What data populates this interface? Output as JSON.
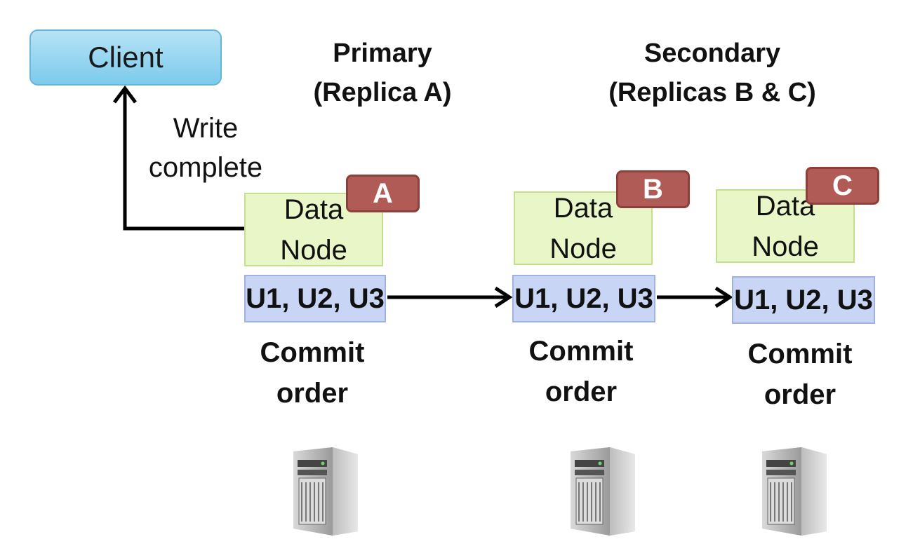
{
  "client": {
    "label": "Client"
  },
  "write_complete": {
    "line1": "Write",
    "line2": "complete"
  },
  "primary": {
    "title": "Primary",
    "subtitle": "(Replica A)"
  },
  "secondary": {
    "title": "Secondary",
    "subtitle": "(Replicas B & C)"
  },
  "nodes": [
    {
      "badge": "A",
      "line1": "Data",
      "line2": "Node",
      "log": "U1, U2, U3",
      "commit1": "Commit",
      "commit2": "order"
    },
    {
      "badge": "B",
      "line1": "Data",
      "line2": "Node",
      "log": "U1, U2, U3",
      "commit1": "Commit",
      "commit2": "order"
    },
    {
      "badge": "C",
      "line1": "Data",
      "line2": "Node",
      "log": "U1, U2, U3",
      "commit1": "Commit",
      "commit2": "order"
    }
  ],
  "colors": {
    "client": "#7ccbec",
    "data_node": "#e9f6c8",
    "badge": "#b05b56",
    "log": "#c9d5f5"
  },
  "icons": [
    "server-icon",
    "server-icon",
    "server-icon"
  ]
}
